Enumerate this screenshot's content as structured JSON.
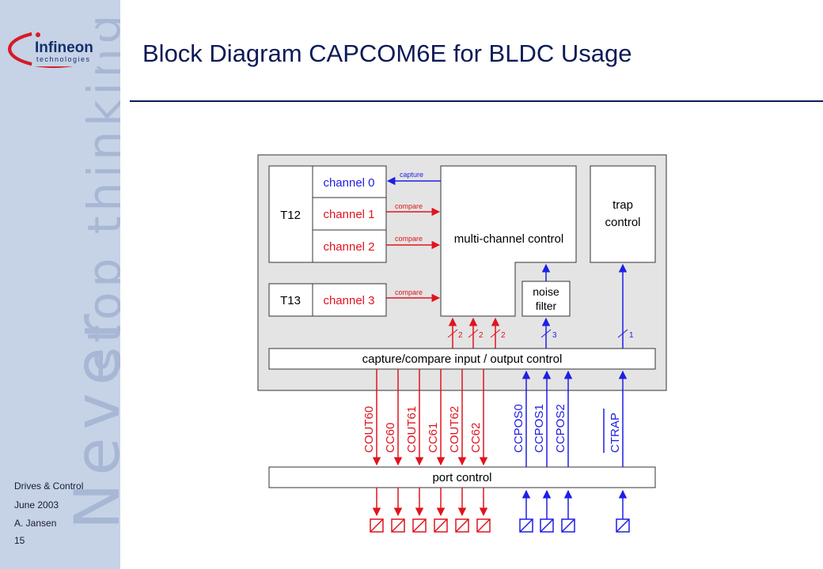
{
  "slide": {
    "title": "Block Diagram CAPCOM6E for BLDC Usage",
    "footer": {
      "dept": "Drives & Control",
      "date": "June 2003",
      "author": "A. Jansen",
      "page": "15"
    }
  },
  "logo": {
    "name": "Infineon",
    "sub": "technologies"
  },
  "watermark": {
    "line1": "stop thinking",
    "line2": "Never"
  },
  "diagram": {
    "t12": "T12",
    "t13": "T13",
    "channels": [
      "channel 0",
      "channel 1",
      "channel 2",
      "channel 3"
    ],
    "capture_label": "capture",
    "compare_label": "compare",
    "mcc": "multi-channel control",
    "noise_line1": "noise",
    "noise_line2": "filter",
    "trap_line1": "trap",
    "trap_line2": "control",
    "bus_counts": [
      "2",
      "2",
      "2",
      "3",
      "1"
    ],
    "cc_control": "capture/compare input / output control",
    "port_control": "port control",
    "red_signals": [
      "COUT60",
      "CC60",
      "COUT61",
      "CC61",
      "COUT62",
      "CC62"
    ],
    "blue_signals": [
      "CCPOS0",
      "CCPOS1",
      "CCPOS2",
      "CTRAP"
    ],
    "colors": {
      "red": "#e0141e",
      "blue": "#1e1ee6",
      "title": "#0d1a57",
      "sidebar": "#c6d2e6"
    }
  }
}
